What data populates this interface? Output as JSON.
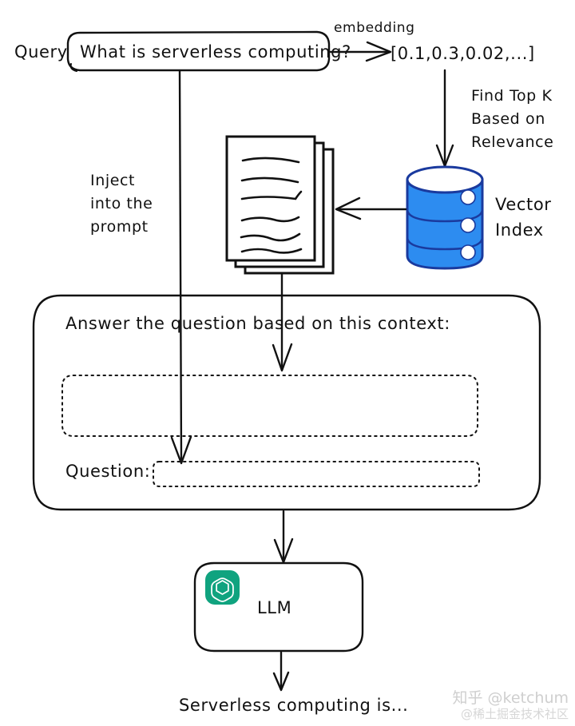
{
  "diagram": {
    "title": "RAG retrieval augmented generation flow",
    "colors": {
      "ink": "#111111",
      "db_fill": "#2d8cf0",
      "db_outline": "#1a3a9e",
      "openai_green": "#10a37f",
      "watermark": "#cfcfcf"
    },
    "labels": {
      "query": "Query",
      "embedding": "embedding",
      "find_top_k_line1": "Find Top K",
      "find_top_k_line2": "Based on",
      "find_top_k_line3": "Relevance",
      "vector_index_line1": "Vector",
      "vector_index_line2": "Index",
      "inject_line1": "Inject",
      "inject_line2": "into the",
      "inject_line3": "prompt",
      "llm": "LLM"
    },
    "nodes": {
      "query_box_text": "What is serverless computing?",
      "embedding_vector": "[0.1,0.3,0.02,...]",
      "prompt_instruction": "Answer the question based on this context:",
      "question_label": "Question:",
      "context_slot_value": "",
      "question_slot_value": "",
      "output_text": "Serverless computing is..."
    },
    "document_stack": {
      "sheets": 3,
      "text_lines": 6
    },
    "vector_db": {
      "tiers": 3,
      "dots": 3
    }
  },
  "watermark": {
    "line1": "知乎 @ketchum",
    "line2": "@稀土掘金技术社区"
  }
}
